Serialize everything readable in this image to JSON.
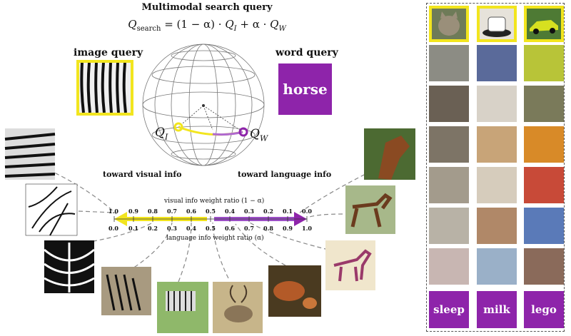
{
  "title": "Multimodal search query",
  "formula": "Q_search = (1 − α) · Q_I + α · Q_W",
  "image_query_label": "image query",
  "word_query_label": "word query",
  "word_query": "horse",
  "q_i_label": "Q_I",
  "q_w_label": "Q_W",
  "toward_visual": "toward visual info",
  "toward_language": "toward language info",
  "visual_ratio_label": "visual info weight ratio (1 − α)",
  "language_ratio_label": "language info weight ratio (α)",
  "visual_ticks": [
    "1.0",
    "0.9",
    "0.8",
    "0.7",
    "0.6",
    "0.5",
    "0.4",
    "0.3",
    "0.2",
    "0.1",
    "0.0"
  ],
  "language_ticks": [
    "0.0",
    "0.1",
    "0.2",
    "0.3",
    "0.4",
    "0.5",
    "0.6",
    "0.7",
    "0.8",
    "0.9",
    "1.0"
  ],
  "categories": [
    "sleep",
    "milk",
    "lego"
  ],
  "colors": {
    "accent_purple": "#8e24aa",
    "accent_yellow": "#f2e51e"
  }
}
